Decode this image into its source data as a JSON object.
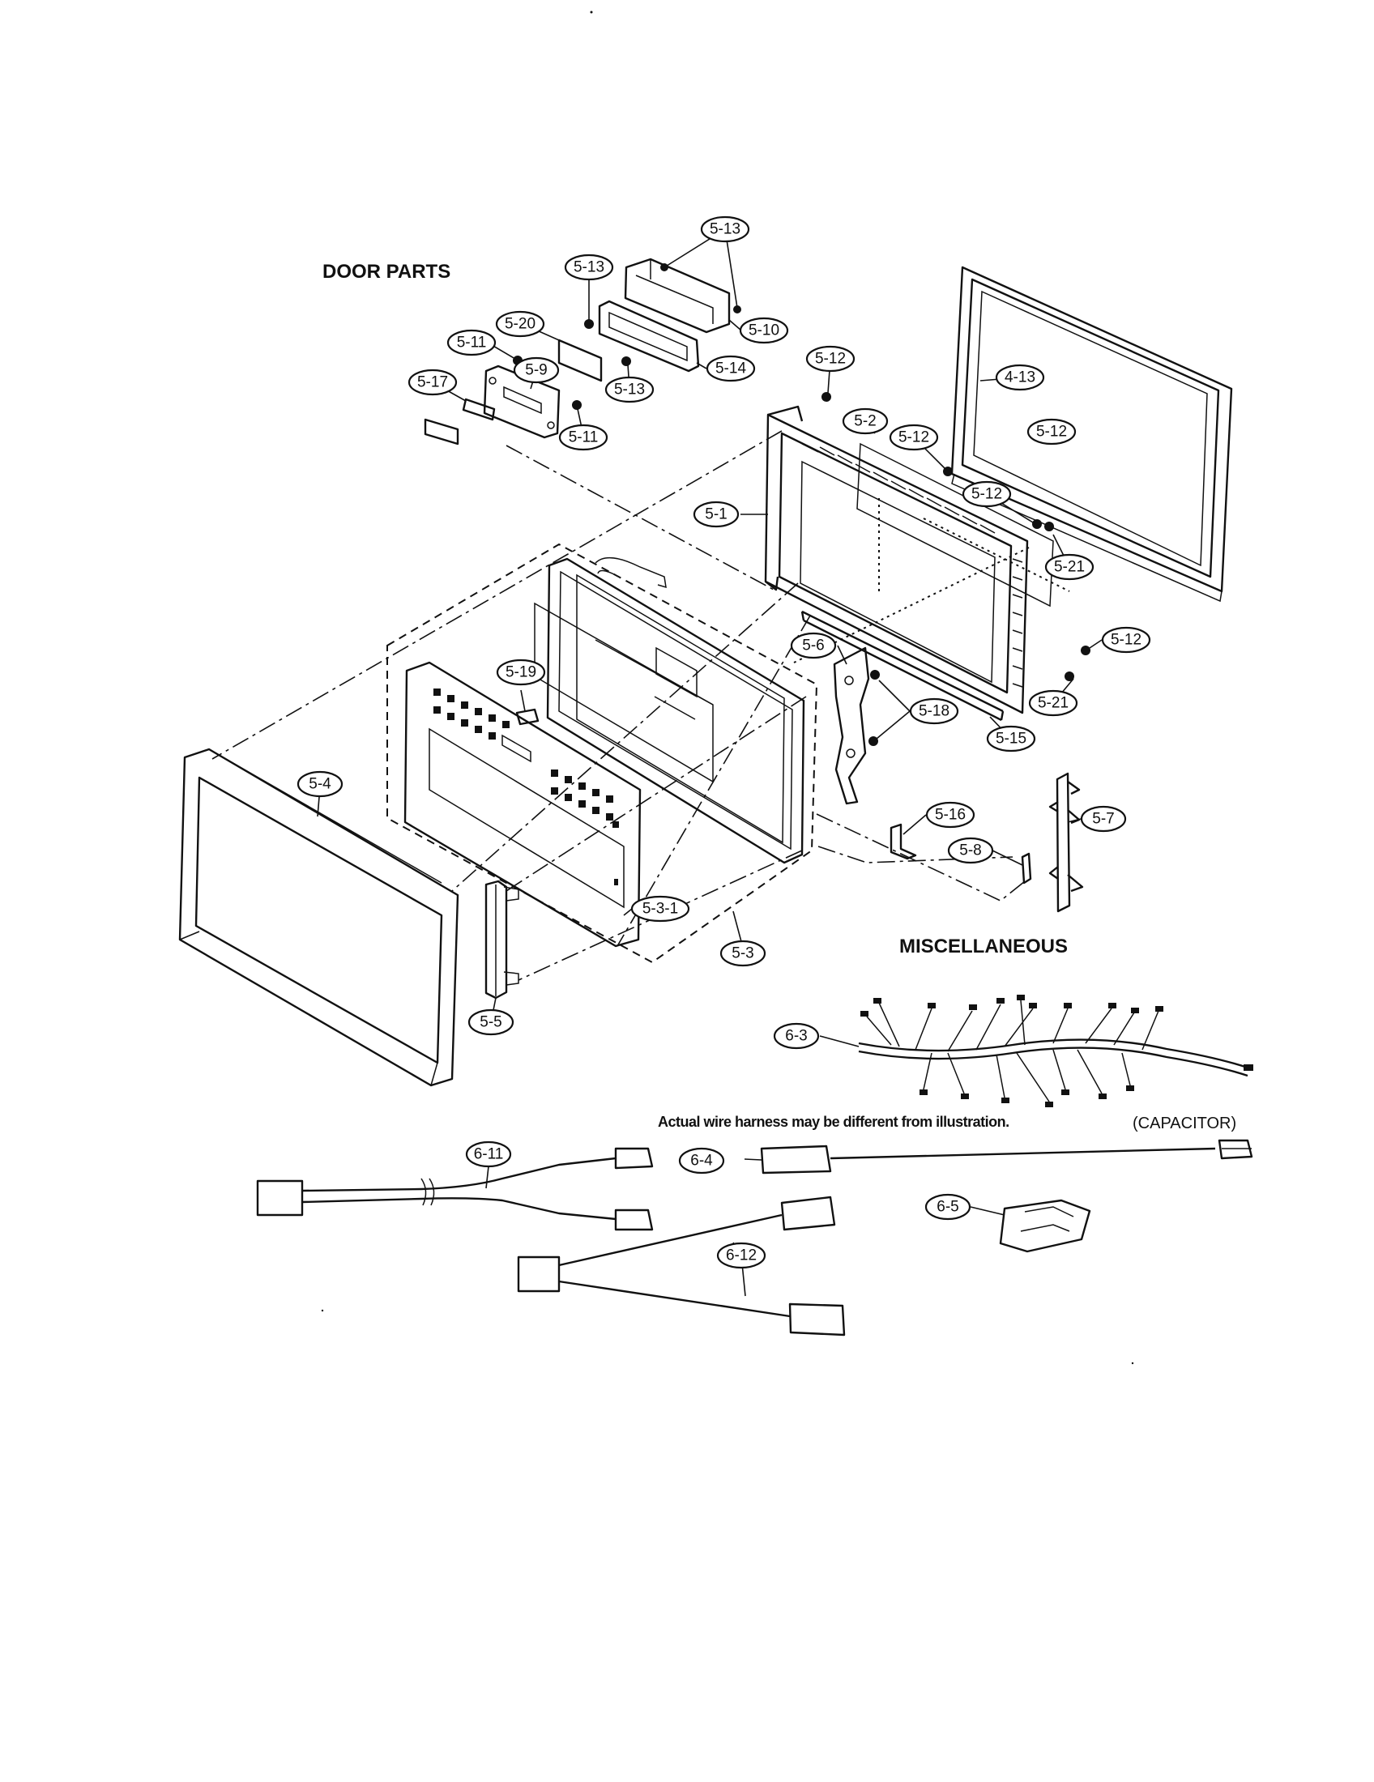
{
  "headings": {
    "door_parts": "DOOR  PARTS",
    "miscellaneous": "MISCELLANEOUS"
  },
  "notes": {
    "harness": "Actual wire harness may be different from illustration.",
    "capacitor": "(CAPACITOR)"
  },
  "callouts": [
    "5-13",
    "5-13",
    "5-10",
    "5-20",
    "5-11",
    "5-9",
    "5-14",
    "5-17",
    "5-13",
    "5-11",
    "5-12",
    "4-13",
    "5-2",
    "5-12",
    "5-12",
    "5-1",
    "5-12",
    "5-21",
    "5-6",
    "5-12",
    "5-19",
    "5-18",
    "5-21",
    "5-15",
    "5-4",
    "5-16",
    "5-7",
    "5-8",
    "5-3-1",
    "5-3",
    "5-5",
    "6-3",
    "6-11",
    "6-4",
    "6-5",
    "6-12"
  ]
}
